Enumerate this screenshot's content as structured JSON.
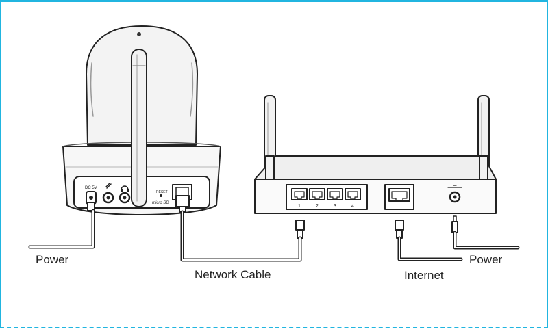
{
  "frame_color": "#21b5e0",
  "camera": {
    "dc_label": "DC 5V",
    "reset_label": "RESET",
    "sd_label": "micro SD"
  },
  "router": {
    "lan_ports": [
      "1",
      "2",
      "3",
      "4"
    ]
  },
  "labels": {
    "camera_power": "Power",
    "network_cable": "Network Cable",
    "internet": "Internet",
    "router_power": "Power"
  }
}
